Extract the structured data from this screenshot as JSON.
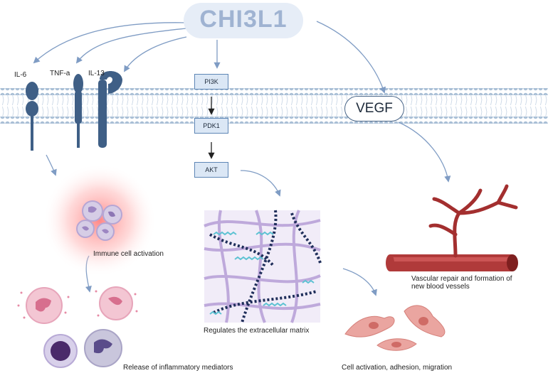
{
  "title": "CHI3L1",
  "receptors": {
    "il6": "IL-6",
    "tnfa": "TNF-a",
    "il13": "IL-13"
  },
  "pathway": {
    "pi3k": "PI3K",
    "pdk1": "PDK1",
    "akt": "AKT"
  },
  "vegf": "VEGF",
  "outcomes": {
    "immune": "Immune cell activation",
    "inflammatory": "Release of inflammatory mediators",
    "ecm": "Regulates the extracellular matrix",
    "vascular_line1": "Vascular repair and formation of",
    "vascular_line2": "new blood vessels",
    "cell": "Cell activation, adhesion, migration"
  },
  "colors": {
    "membrane": "#a9bfd6",
    "receptor": "#3f5f86",
    "arrow": "#7f9cc4",
    "vessel": "#a32f2f",
    "fiber": "#b9a2d8"
  }
}
